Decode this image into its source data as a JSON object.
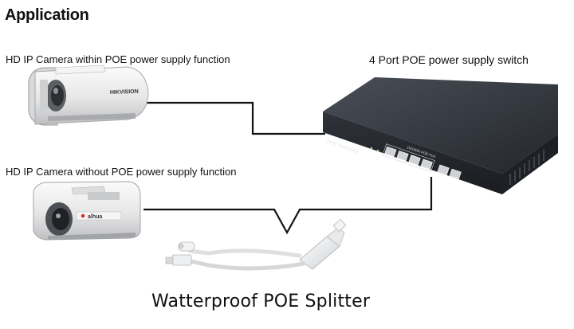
{
  "title": "Application",
  "labels": {
    "camera_poe": "HD IP Camera within POE power supply function",
    "camera_no_poe": "HD IP Camera without POE power supply function",
    "switch": "4 Port POE power supply switch",
    "splitter": "Watterproof POE Splitter"
  },
  "devices": {
    "camera_poe_brand": "HIKVISION",
    "camera_no_poe_brand": "alhua",
    "switch_panel_label": "POE Switches",
    "switch_port_group_label": "10/100M POE Port"
  },
  "colors": {
    "cable": "#111111",
    "switch_body": "#2b2f36",
    "switch_top": "#3a3f47",
    "camera_body": "#e9e9ea",
    "splitter": "#f2f2f2"
  },
  "icons": [
    "camera-poe-icon",
    "camera-no-poe-icon",
    "poe-switch-icon",
    "poe-splitter-icon"
  ]
}
